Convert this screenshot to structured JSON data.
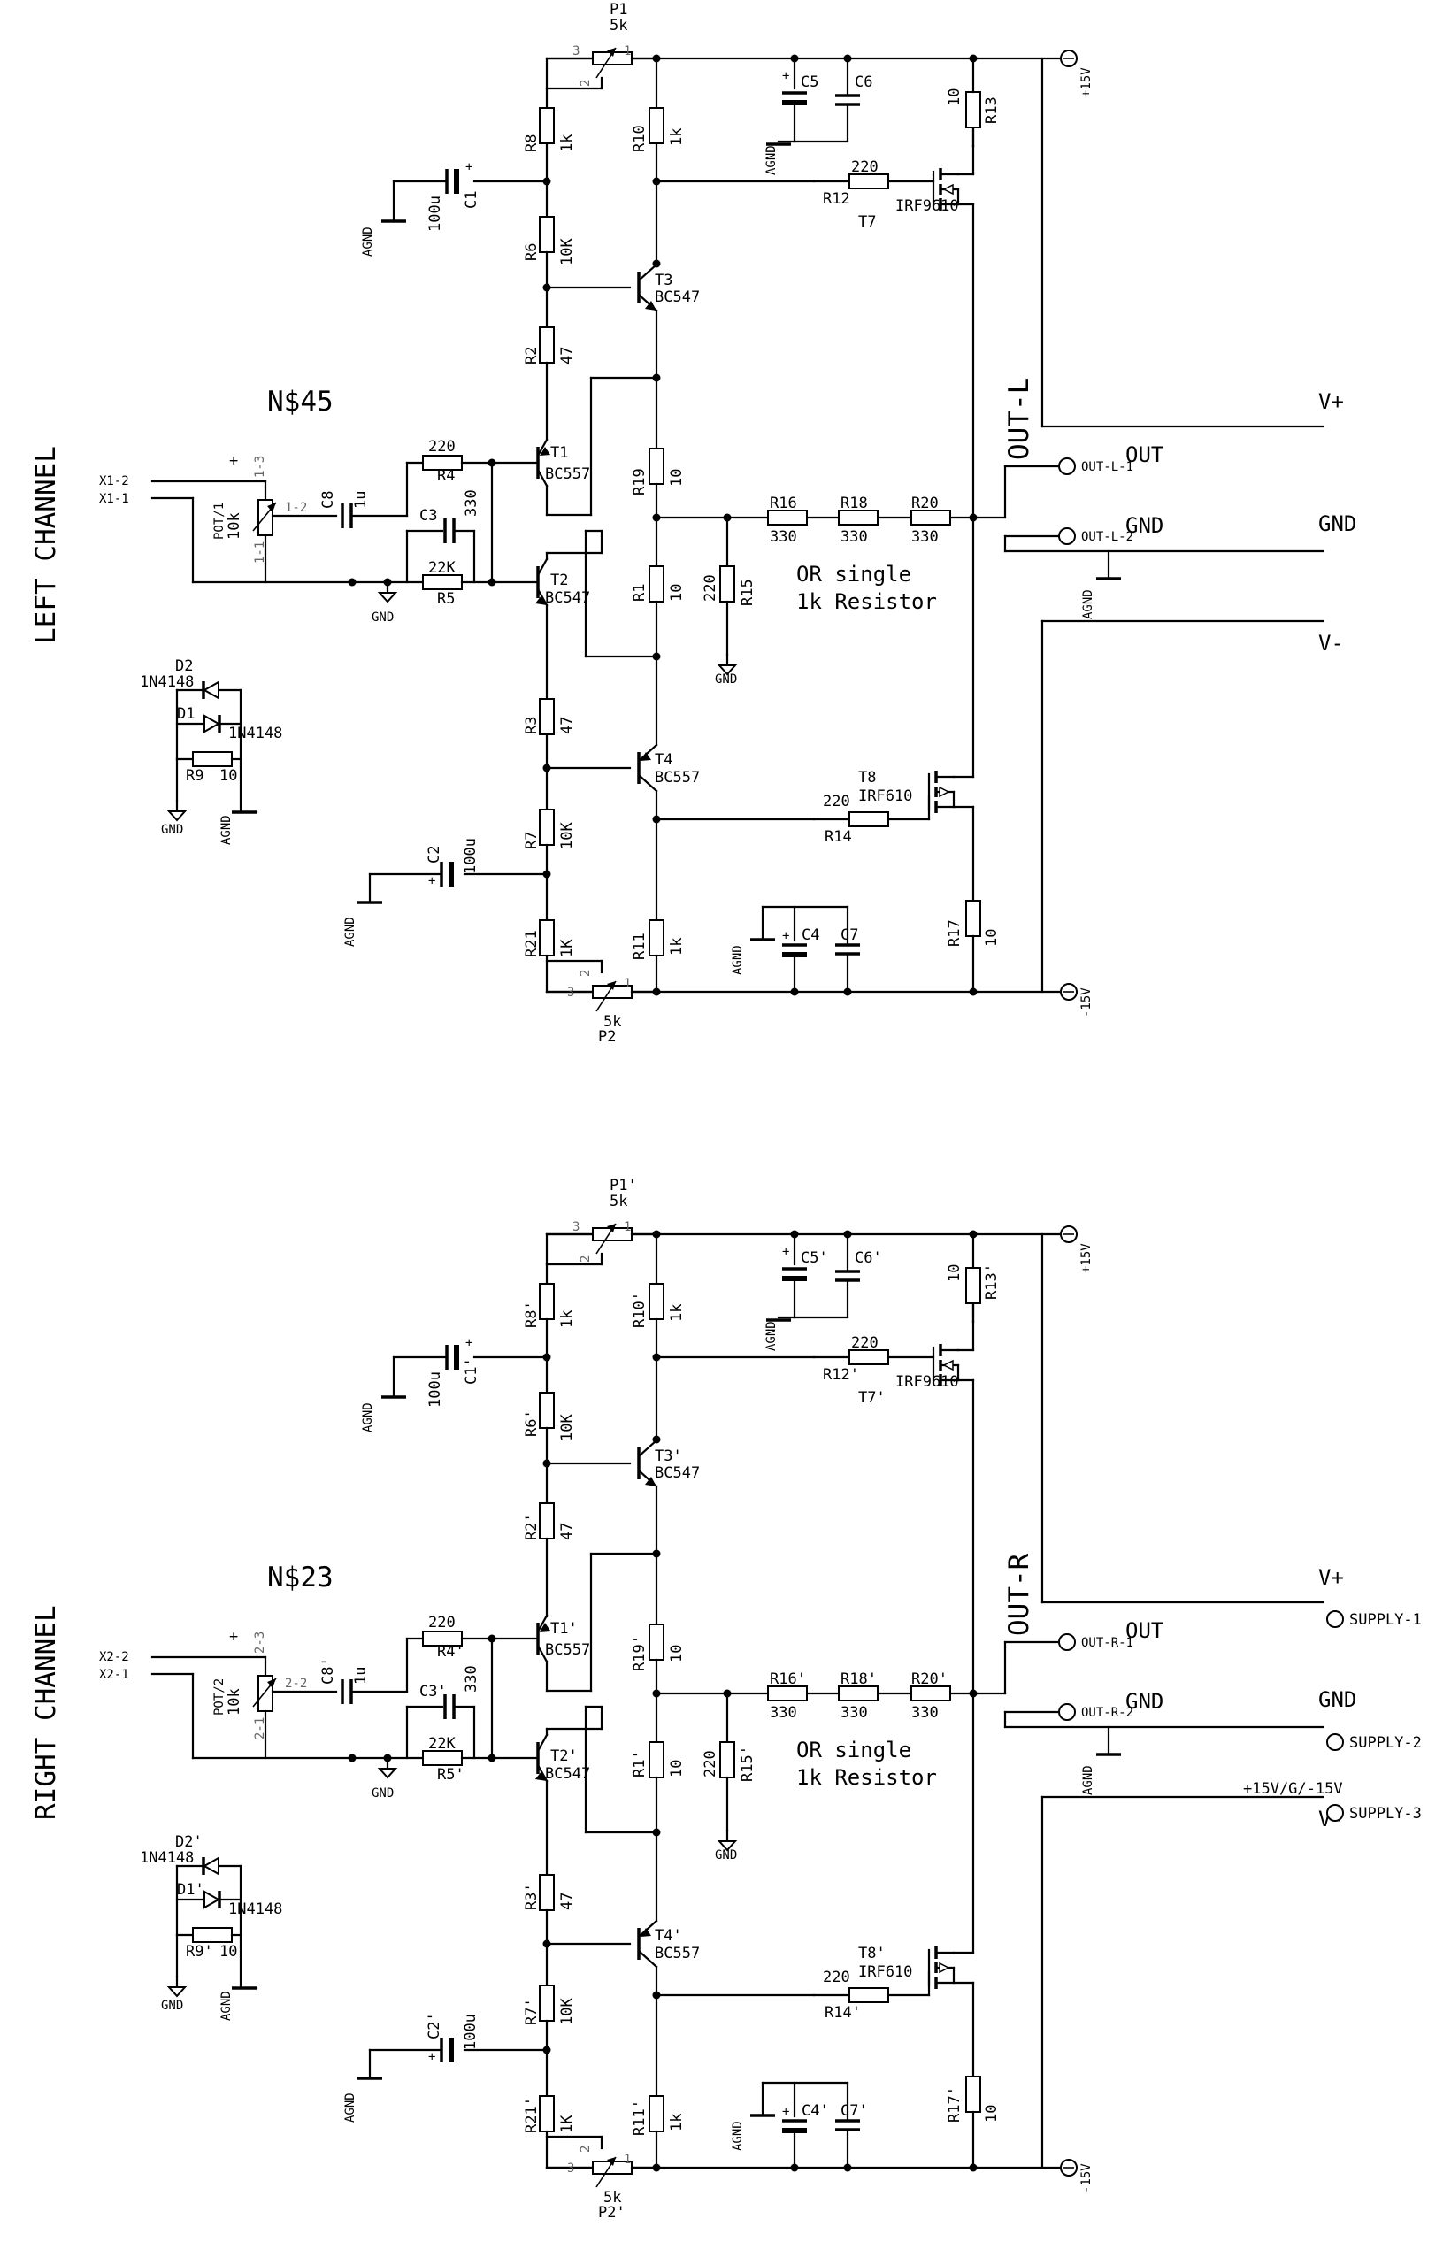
{
  "channels": [
    {
      "title": "LEFT CHANNEL",
      "net": "N$45",
      "plus": "+",
      "out_title": "OUT-L",
      "note1": "OR single",
      "note2": "1k Resistor",
      "in_a": "X1-2",
      "in_b": "X1-1",
      "pot_in": "POT/1",
      "pot_val": "10k",
      "pot_p3": "1-3",
      "pot_p2": "1-2",
      "pot_p1": "1-1",
      "P1": "P1",
      "P1v": "5k",
      "P2": "P2",
      "P2v": "5k",
      "R8": "R8",
      "R8v": "1k",
      "R6": "R6",
      "R6v": "10K",
      "R2": "R2",
      "R2v": "47",
      "R3": "R3",
      "R3v": "47",
      "R7": "R7",
      "R7v": "10K",
      "R21": "R21",
      "R21v": "1K",
      "R10": "R10",
      "R10v": "1k",
      "R19": "R19",
      "R19v": "10",
      "R1": "R1",
      "R1v": "10",
      "R11": "R11",
      "R11v": "1k",
      "R4": "R4",
      "R4v": "220",
      "R5": "R5",
      "R5v": "22K",
      "R12": "R12",
      "R12v": "220",
      "R14": "R14",
      "R14v": "220",
      "R13": "R13",
      "R13v": "10",
      "R17": "R17",
      "R17v": "10",
      "R15": "R15",
      "R15v": "220",
      "R16": "R16",
      "R16v": "330",
      "R18": "R18",
      "R18v": "330",
      "R20": "R20",
      "R20v": "330",
      "R9": "R9",
      "R9v": "10",
      "C1": "C1",
      "C1v": "100u",
      "C2": "C2",
      "C2v": "100u",
      "C3": "C3",
      "C3v": "330",
      "C4": "C4",
      "C5": "C5",
      "C6": "C6",
      "C7": "C7",
      "C8": "C8",
      "C8v": "1u",
      "T1": "T1",
      "T1v": "BC557",
      "T2": "T2",
      "T2v": "BC547",
      "T3": "T3",
      "T3v": "BC547",
      "T4": "T4",
      "T4v": "BC557",
      "T7": "T7",
      "T7v": "IRF9610",
      "T8": "T8",
      "T8v": "IRF610",
      "D1": "D1",
      "D1v": "1N4148",
      "D2": "D2",
      "D2v": "1N4148",
      "vpos": "+15V",
      "vneg": "-15V",
      "agnd": "AGND",
      "gnd": "GND",
      "out1": "OUT-L-1",
      "out2": "OUT-L-2",
      "outlbl": "OUT",
      "gndlbl": "GND",
      "vplus": "V+",
      "vgnd": "GND",
      "vminus": "V-",
      "p1": "1",
      "p2": "2",
      "p3": "3",
      "pplus": "+"
    },
    {
      "title": "RIGHT CHANNEL",
      "net": "N$23",
      "plus": "+",
      "out_title": "OUT-R",
      "note1": "OR single",
      "note2": "1k Resistor",
      "in_a": "X2-2",
      "in_b": "X2-1",
      "pot_in": "POT/2",
      "pot_val": "10k",
      "pot_p3": "2-3",
      "pot_p2": "2-2",
      "pot_p1": "2-1",
      "P1": "P1'",
      "P1v": "5k",
      "P2": "P2'",
      "P2v": "5k",
      "R8": "R8'",
      "R8v": "1k",
      "R6": "R6'",
      "R6v": "10K",
      "R2": "R2'",
      "R2v": "47",
      "R3": "R3'",
      "R3v": "47",
      "R7": "R7'",
      "R7v": "10K",
      "R21": "R21'",
      "R21v": "1K",
      "R10": "R10'",
      "R10v": "1k",
      "R19": "R19'",
      "R19v": "10",
      "R1": "R1'",
      "R1v": "10",
      "R11": "R11'",
      "R11v": "1k",
      "R4": "R4'",
      "R4v": "220",
      "R5": "R5'",
      "R5v": "22K",
      "R12": "R12'",
      "R12v": "220",
      "R14": "R14'",
      "R14v": "220",
      "R13": "R13'",
      "R13v": "10",
      "R17": "R17'",
      "R17v": "10",
      "R15": "R15'",
      "R15v": "220",
      "R16": "R16'",
      "R16v": "330",
      "R18": "R18'",
      "R18v": "330",
      "R20": "R20'",
      "R20v": "330",
      "R9": "R9'",
      "R9v": "10",
      "C1": "C1'",
      "C1v": "100u",
      "C2": "C2'",
      "C2v": "100u",
      "C3": "C3'",
      "C3v": "330",
      "C4": "C4'",
      "C5": "C5'",
      "C6": "C6'",
      "C7": "C7'",
      "C8": "C8'",
      "C8v": "1u",
      "T1": "T1'",
      "T1v": "BC557",
      "T2": "T2'",
      "T2v": "BC547",
      "T3": "T3'",
      "T3v": "BC547",
      "T4": "T4'",
      "T4v": "BC557",
      "T7": "T7'",
      "T7v": "IRF9610",
      "T8": "T8'",
      "T8v": "IRF610",
      "D1": "D1'",
      "D1v": "1N4148",
      "D2": "D2'",
      "D2v": "1N4148",
      "vpos": "+15V",
      "vneg": "-15V",
      "agnd": "AGND",
      "gnd": "GND",
      "out1": "OUT-R-1",
      "out2": "OUT-R-2",
      "outlbl": "OUT",
      "gndlbl": "GND",
      "vplus": "V+",
      "vgnd": "GND",
      "vminus": "V-",
      "p1": "1",
      "p2": "2",
      "p3": "3",
      "pplus": "+"
    }
  ],
  "supply": {
    "s1": "SUPPLY-1",
    "s2": "SUPPLY-2",
    "s3": "SUPPLY-3",
    "label": "+15V/G/-15V"
  }
}
